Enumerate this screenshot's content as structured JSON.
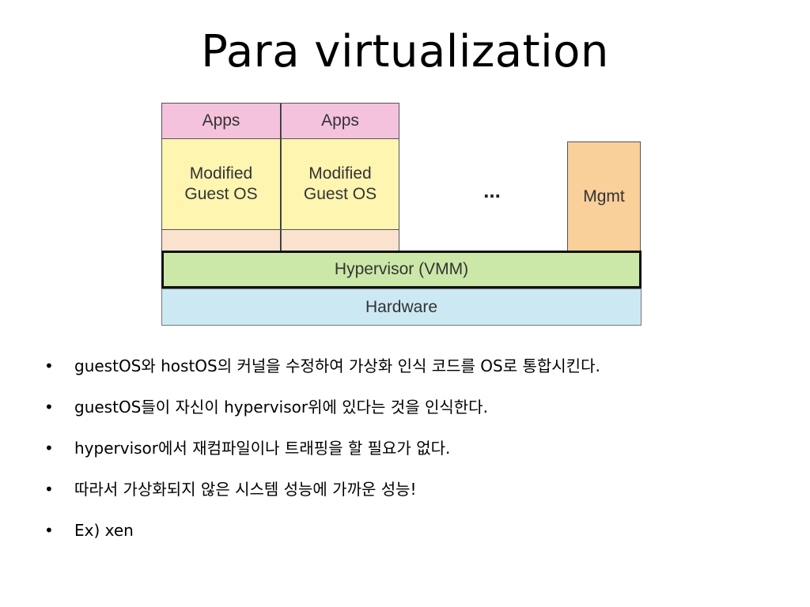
{
  "slide": {
    "title": "Para virtualization"
  },
  "diagram": {
    "apps_1": "Apps",
    "apps_2": "Apps",
    "guest_os_1": "Modified\nGuest OS",
    "guest_os_2": "Modified\nGuest OS",
    "ellipsis": "...",
    "mgmt": "Mgmt",
    "hypervisor": "Hypervisor (VMM)",
    "hardware": "Hardware",
    "colors": {
      "apps": "#f4c2dc",
      "guest_os": "#fdf5b0",
      "kernel_strip": "#fbe2cf",
      "mgmt": "#f9cf9a",
      "hypervisor": "#cce8a8",
      "hardware": "#cce9f3"
    }
  },
  "bullets": [
    "guestOS와 hostOS의 커널을 수정하여 가상화 인식 코드를 OS로 통합시킨다.",
    "guestOS들이 자신이 hypervisor위에 있다는 것을 인식한다.",
    "hypervisor에서 재컴파일이나 트래핑을 할 필요가 없다.",
    "따라서 가상화되지 않은 시스템 성능에 가까운 성능!",
    "Ex) xen"
  ],
  "bullet_symbol": "•"
}
